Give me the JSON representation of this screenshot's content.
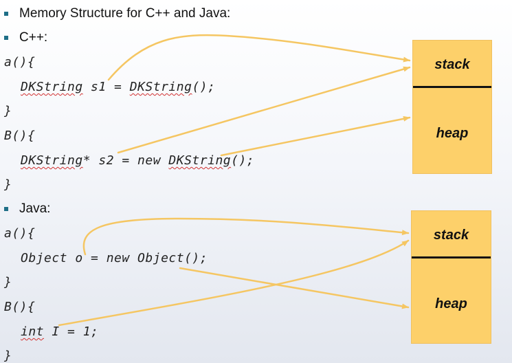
{
  "bullets": {
    "title": "Memory Structure for C++ and Java:",
    "cpp": "C++:",
    "java": "Java:"
  },
  "cpp_code": {
    "line1": "a(){",
    "line2_a": "DKString",
    "line2_b": " s1 = ",
    "line2_c": "DKString",
    "line2_d": "();",
    "line3": "}",
    "line4": "B(){",
    "line5_a": "DKString",
    "line5_b": "* s2 = new ",
    "line5_c": "DKString",
    "line5_d": "();",
    "line6": "}"
  },
  "java_code": {
    "line1": "a(){",
    "line2": "Object o = new Object();",
    "line3": "}",
    "line4": "B(){",
    "line5_a": "int",
    "line5_b": " I = 1;",
    "line6": "}"
  },
  "memory_cpp": {
    "stack": "stack",
    "heap": "heap"
  },
  "memory_java": {
    "stack": "stack",
    "heap": "heap"
  },
  "colors": {
    "box_fill": "#fdd06a",
    "arrow": "#f5c662",
    "bullet": "#1f6f87",
    "squiggle": "#d23030"
  }
}
